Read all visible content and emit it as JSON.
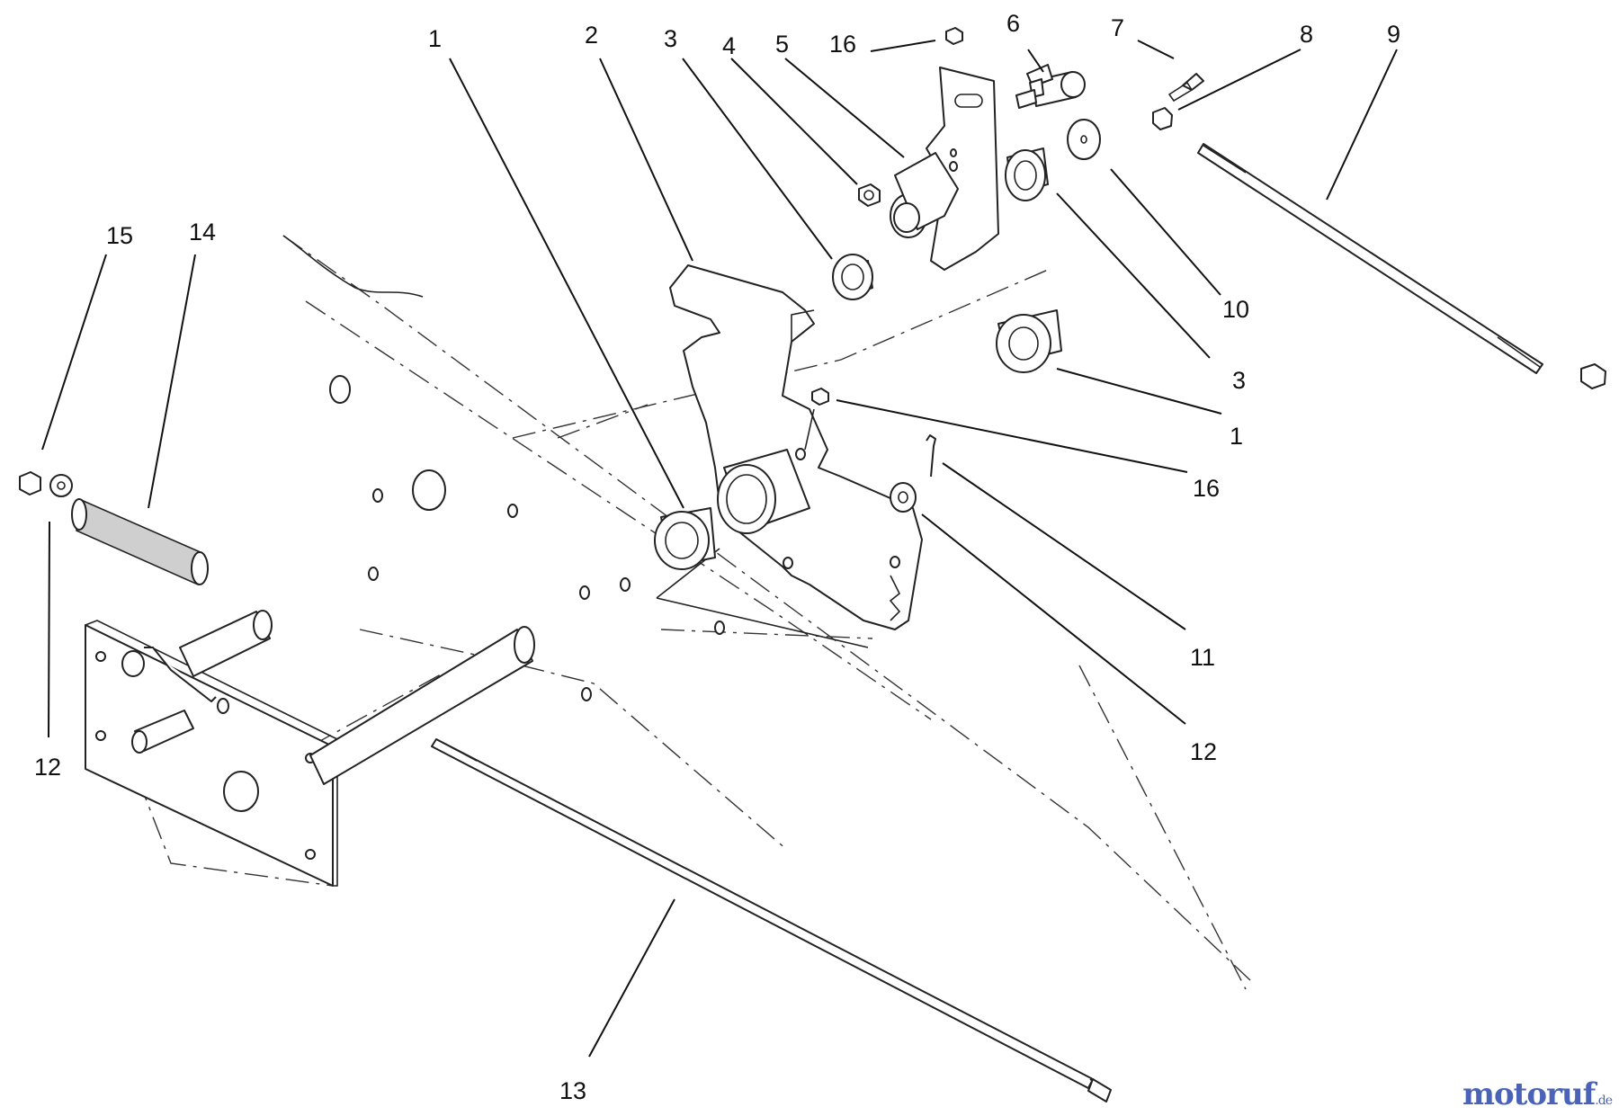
{
  "callouts": [
    "1",
    "2",
    "3",
    "4",
    "5",
    "16",
    "6",
    "7",
    "8",
    "9",
    "10",
    "3",
    "1",
    "16",
    "11",
    "12",
    "15",
    "14",
    "12",
    "13"
  ],
  "watermark": {
    "brand_main": "motoruf",
    "brand_tld": ".de"
  },
  "colors": {
    "line": "#222222",
    "watermark_blue": "#4a63b8",
    "watermark_orange": "#d08b1e"
  }
}
